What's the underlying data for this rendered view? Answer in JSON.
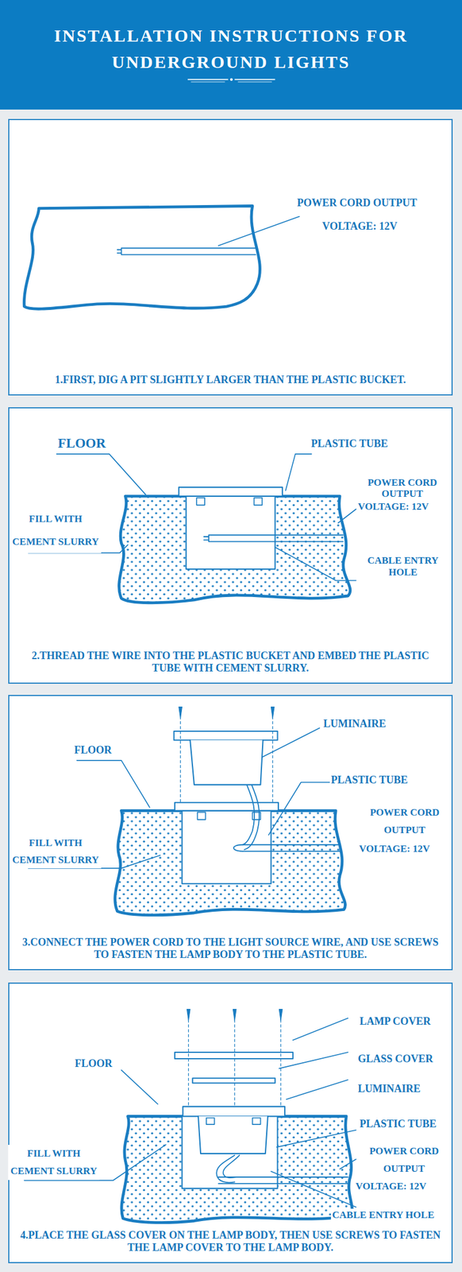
{
  "diagram": {
    "title": "INSTALLATION INSTRUCTIONS FOR UNDERGROUND LIGHTS",
    "nodes": [
      {
        "text": [
          "1.FIRST, DIG A PIT SLIGHTLY LARGER THAN THE PLASTIC BUCKET."
        ]
      },
      {
        "text": [
          "2.THREAD THE WIRE INTO THE PLASTIC BUCKET AND EMBED THE PLASTIC TUBE WITH CEMENT SLURRY."
        ]
      },
      {
        "text": [
          "3.CONNECT THE POWER CORD TO THE LIGHT SOURCE WIRE, AND USE SCREWS TO FASTEN THE LAMP BODY TO THE PLASTIC TUBE."
        ]
      },
      {
        "text": [
          "4.PLACE THE GLASS COVER ON THE LAMP BODY, THEN USE SCREWS TO FASTEN THE LAMP COVER TO THE LAMP BODY."
        ]
      }
    ],
    "labels": [
      "POWER CORD OUTPUT",
      "VOLTAGE: 12V",
      "FLOOR",
      "PLASTIC TUBE",
      "FILL WITH CEMENT SLURRY",
      "POWER CORD OUTPUT",
      "VOLTAGE: 12V",
      "CABLE ENTRY HOLE",
      "LUMINAIRE",
      "FLOOR",
      "PLASTIC TUBE",
      "FILL WITH CEMENT SLURRY",
      "POWER CORD OUTPUT",
      "VOLTAGE: 12V",
      "LAMP COVER",
      "GLASS COVER",
      "FLOOR",
      "LUMINAIRE",
      "PLASTIC TUBE",
      "FILL WITH CEMENT SLURRY",
      "POWER CORD OUTPUT",
      "VOLTAGE: 12V",
      "CABLE ENTRY HOLE"
    ]
  }
}
